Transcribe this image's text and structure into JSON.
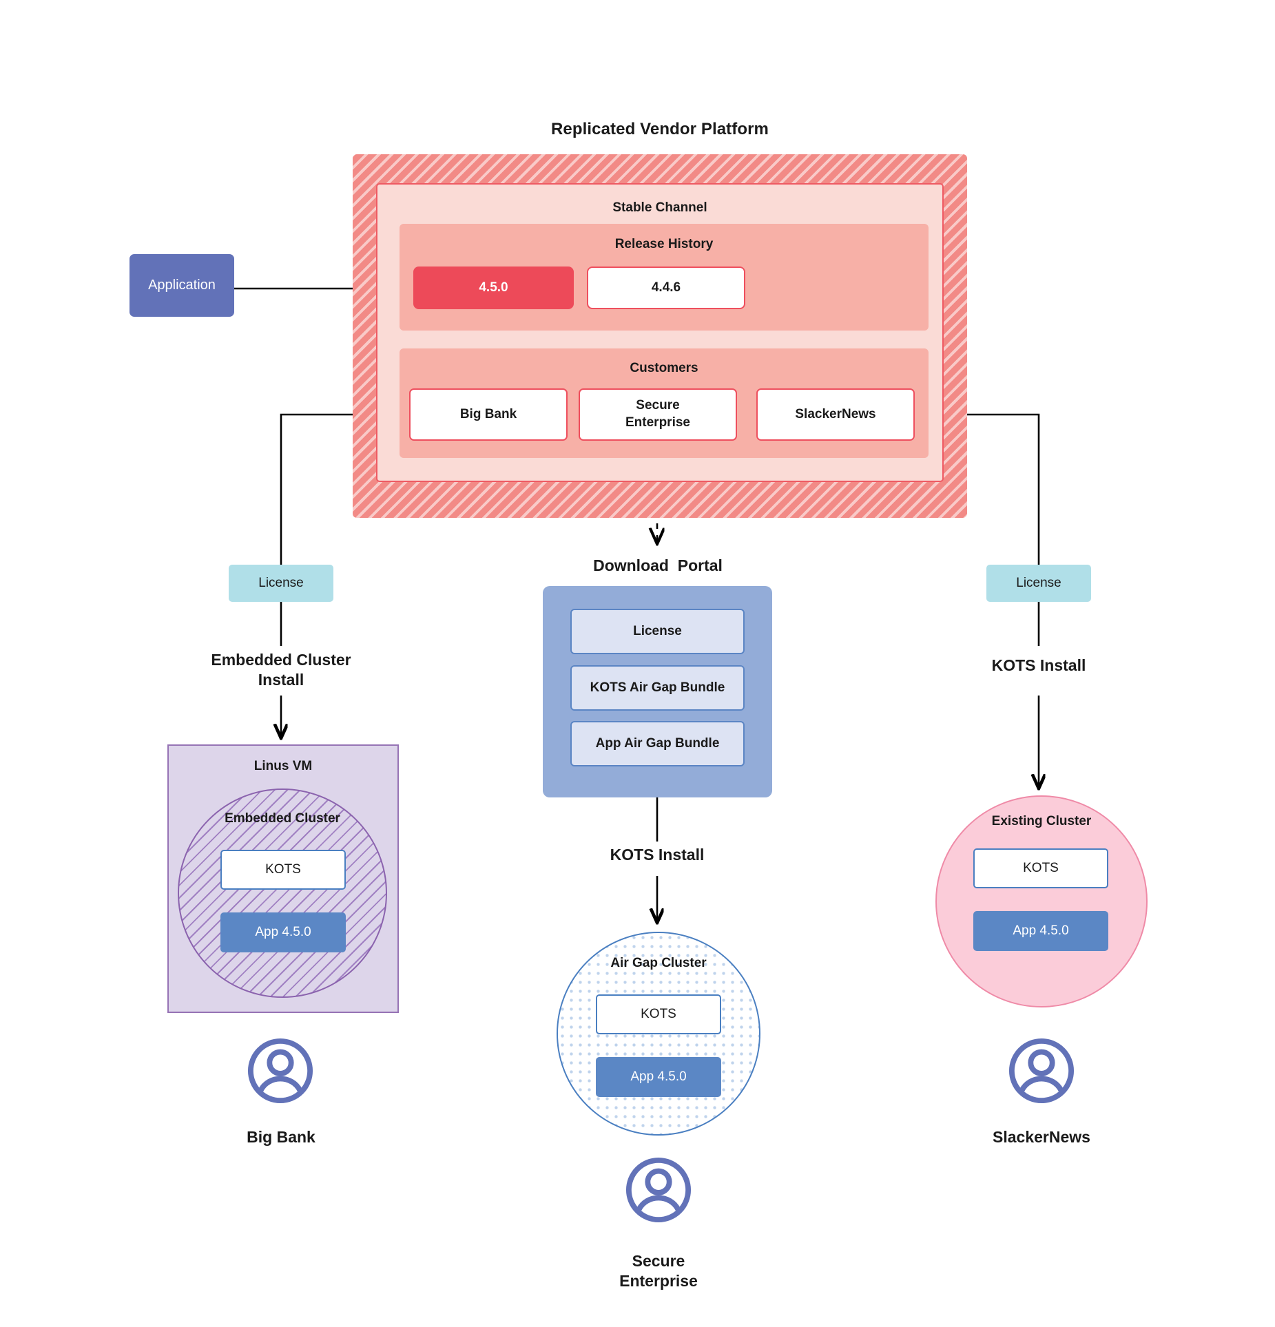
{
  "diagram": {
    "title": "Replicated Vendor Platform"
  },
  "application": {
    "label": "Application"
  },
  "platform": {
    "stable_channel": {
      "label": "Stable Channel",
      "release_history": {
        "label": "Release History",
        "releases": [
          {
            "version": "4.5.0",
            "state": "current"
          },
          {
            "version": "4.4.6",
            "state": "previous"
          }
        ]
      },
      "customers": {
        "label": "Customers",
        "items": [
          {
            "name": "Big Bank"
          },
          {
            "name": "Secure\nEnterprise"
          },
          {
            "name": "SlackerNews"
          }
        ]
      }
    }
  },
  "paths": {
    "left": {
      "license_label": "License",
      "install_label": "Embedded Cluster\nInstall",
      "vm_label": "Linus VM",
      "cluster_label": "Embedded Cluster",
      "kots_label": "KOTS",
      "app_label": "App 4.5.0",
      "persona": "Big Bank",
      "persona_icon": "user-avatar-icon"
    },
    "middle": {
      "portal_title": "Download  Portal",
      "portal_items": [
        {
          "label": "License"
        },
        {
          "label": "KOTS Air Gap Bundle"
        },
        {
          "label": "App Air Gap Bundle"
        }
      ],
      "install_label": "KOTS Install",
      "cluster_label": "Air Gap Cluster",
      "kots_label": "KOTS",
      "app_label": "App 4.5.0",
      "persona": "Secure\nEnterprise",
      "persona_icon": "user-avatar-icon"
    },
    "right": {
      "license_label": "License",
      "install_label": "KOTS Install",
      "cluster_label": "Existing Cluster",
      "kots_label": "KOTS",
      "app_label": "App 4.5.0",
      "persona": "SlackerNews",
      "persona_icon": "user-avatar-icon"
    }
  },
  "colors": {
    "platform_hatch": "#f28a86",
    "stable_channel_fill": "#fadbd6",
    "section_fill": "#f7b0a7",
    "release_current": "#ed4a59",
    "release_border": "#ee4f5e",
    "application_fill": "#6272b8",
    "license_fill": "#b0dfe8",
    "portal_fill": "#93acd8",
    "portal_item_fill": "#dde3f3",
    "vm_fill": "#ddd5ea",
    "vm_border": "#9673b5",
    "existing_cluster_fill": "#fbccd9",
    "existing_cluster_border": "#ef8aa7",
    "app_node_fill": "#5b87c5",
    "kots_border": "#4a7fc1",
    "persona_stroke": "#6272b8",
    "connector": "#000000"
  }
}
